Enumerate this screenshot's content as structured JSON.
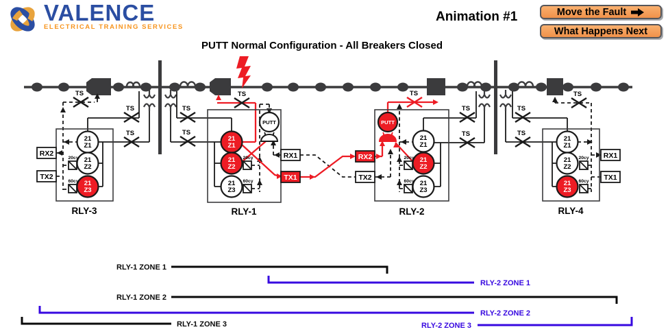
{
  "header": {
    "brand": "VALENCE",
    "tagline": "ELECTRICAL TRAINING SERVICES",
    "animation_label": "Animation #1",
    "move_fault_button": "Move the Fault",
    "what_next_button": "What Happens Next"
  },
  "title": "PUTT Normal Configuration - All Breakers Closed",
  "labels": {
    "ts": "TS",
    "device": "21",
    "z1": "Z1",
    "z2": "Z2",
    "z3": "Z3",
    "putt": "PUTT",
    "timer20": "20cy",
    "timer60": "60cy"
  },
  "comm": {
    "rx1": "RX1",
    "tx1": "TX1",
    "rx2": "RX2",
    "tx2": "TX2"
  },
  "relays": {
    "rly1": "RLY-1",
    "rly2": "RLY-2",
    "rly3": "RLY-3",
    "rly4": "RLY-4"
  },
  "zone_rows": [
    {
      "label": "RLY-1 ZONE 1",
      "color": "black"
    },
    {
      "label": "RLY-2 ZONE 1",
      "color": "blue"
    },
    {
      "label": "RLY-1 ZONE 2",
      "color": "black"
    },
    {
      "label": "RLY-2 ZONE 2",
      "color": "blue"
    },
    {
      "label": "RLY-1 ZONE 3",
      "color": "black"
    },
    {
      "label": "RLY-2 ZONE 3",
      "color": "blue"
    }
  ],
  "colors": {
    "fault_red": "#ED1C24",
    "zone_blue": "#3708E0",
    "diagram_dark": "#3B3B3D",
    "brand_blue": "#2B4EA2",
    "brand_orange": "#F7941D",
    "button_orange": "#F59B51"
  }
}
